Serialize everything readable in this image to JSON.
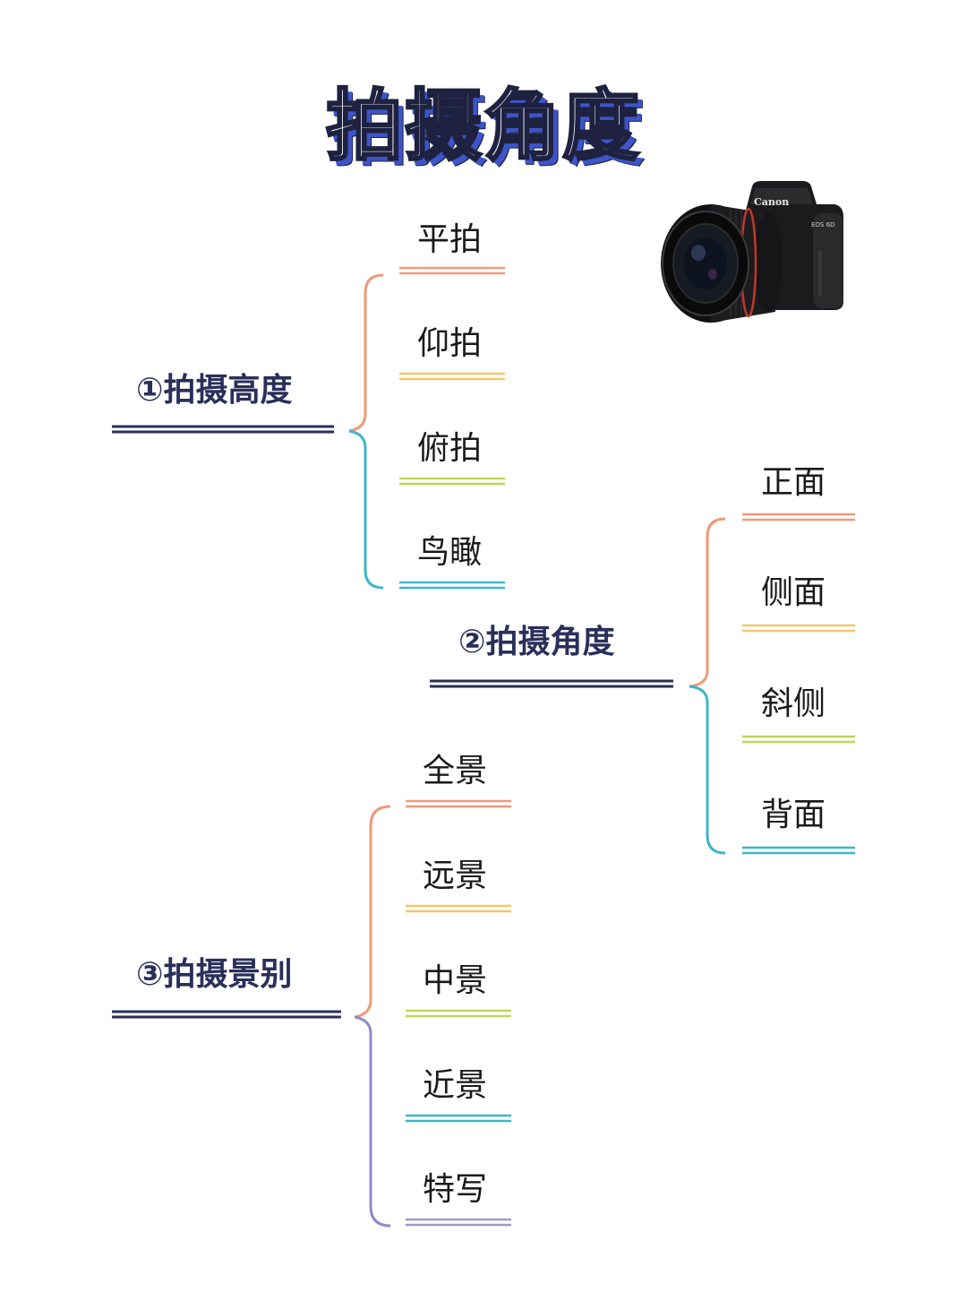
{
  "title": "拍摄角度",
  "groups": [
    {
      "label": "①拍摄高度",
      "items": [
        "平拍",
        "仰拍",
        "俯拍",
        "鸟瞰"
      ]
    },
    {
      "label": "②拍摄角度",
      "items": [
        "正面",
        "侧面",
        "斜侧",
        "背面"
      ]
    },
    {
      "label": "③拍摄景别",
      "items": [
        "全景",
        "远景",
        "中景",
        "近景",
        "特写"
      ]
    }
  ],
  "camera": {
    "brand": "Canon",
    "model": "EOS 6D"
  },
  "colors": {
    "category_line": "#2a2f5a",
    "item_lines": [
      "#f0997a",
      "#f2c66c",
      "#c2d65a",
      "#3fb6c6",
      "#9b99cf"
    ],
    "brace_top": "#f0997a",
    "brace_bottom_teal": "#3fb6c6",
    "brace_bottom_purple": "#8e8cc9"
  }
}
